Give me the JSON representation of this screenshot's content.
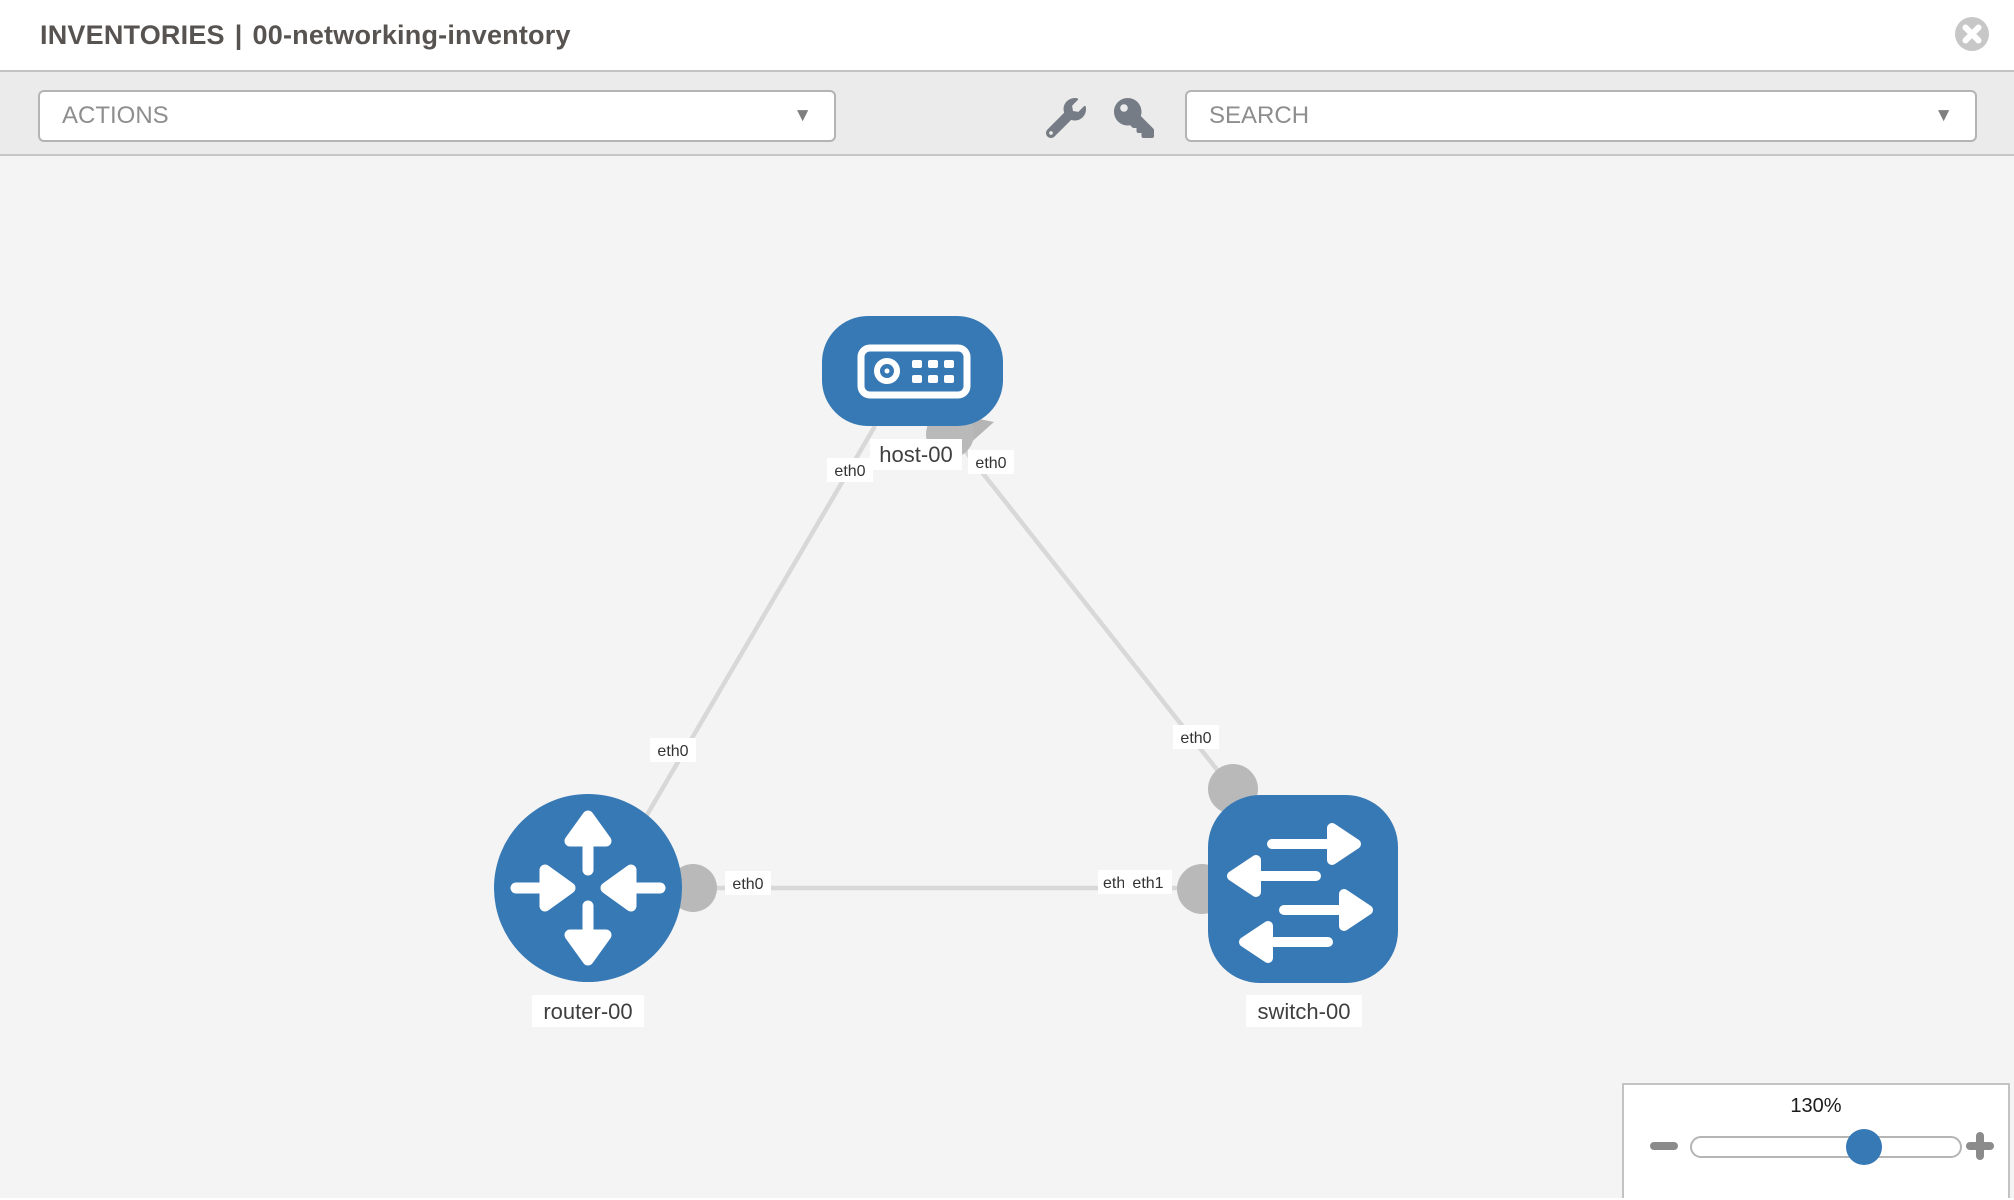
{
  "header": {
    "section": "INVENTORIES",
    "separator": "|",
    "inventory_name": "00-networking-inventory"
  },
  "toolbar": {
    "actions_placeholder": "ACTIONS",
    "search_placeholder": "SEARCH",
    "caret": "▼",
    "icons": [
      "wrench-icon",
      "key-icon"
    ]
  },
  "diagram": {
    "nodes": [
      {
        "id": "host-00",
        "label": "host-00",
        "type": "host"
      },
      {
        "id": "router-00",
        "label": "router-00",
        "type": "router"
      },
      {
        "id": "switch-00",
        "label": "switch-00",
        "type": "switch"
      }
    ],
    "links": [
      {
        "source": "host-00",
        "target": "router-00",
        "source_interface": "eth0",
        "target_interface": "eth0"
      },
      {
        "source": "host-00",
        "target": "switch-00",
        "source_interface": "eth0",
        "target_interface": "eth0"
      },
      {
        "source": "router-00",
        "target": "switch-00",
        "source_interface": "eth0",
        "target_interface": "eth1"
      }
    ],
    "occluded_label": "eth0"
  },
  "zoom_control": {
    "level": "130%"
  },
  "colors": {
    "node_blue": "#3779b5",
    "edge_gray": "#d8d8d8",
    "port_gray": "#b9b9b9",
    "canvas_bg": "#f4f4f4",
    "toolbar_bg": "#ebebeb",
    "slider_knob": "#3779b5"
  }
}
